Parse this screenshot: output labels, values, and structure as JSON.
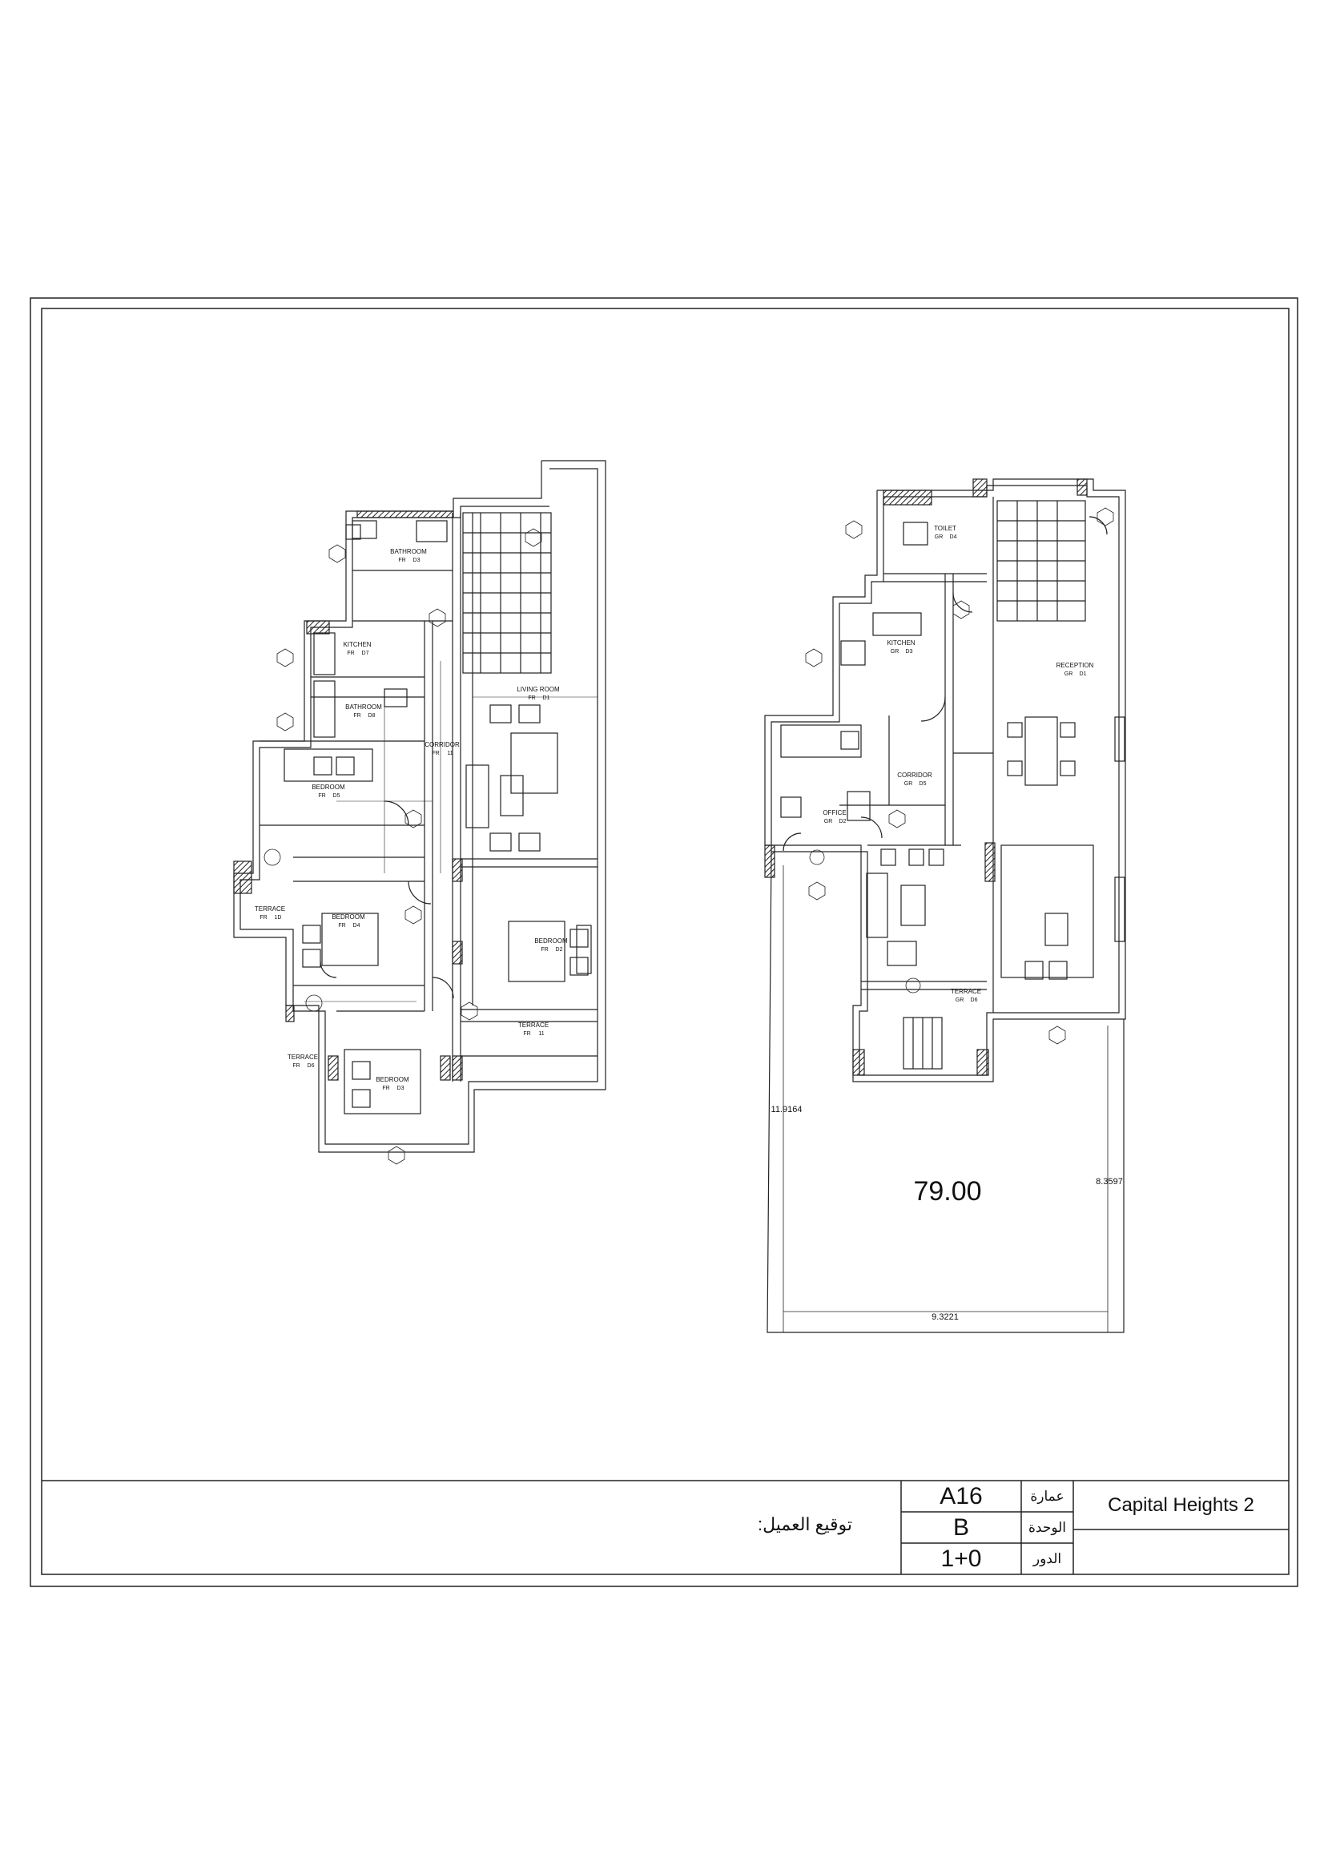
{
  "floor_plan_left": {
    "rooms": [
      {
        "name": "BATHROOM",
        "level": "FR",
        "code": "D3"
      },
      {
        "name": "KITCHEN",
        "level": "FR",
        "code": "D7"
      },
      {
        "name": "BATHROOM",
        "level": "FR",
        "code": "D8"
      },
      {
        "name": "LIVING ROOM",
        "level": "FR",
        "code": "D1"
      },
      {
        "name": "CORRIDOR",
        "level": "FR",
        "code": "11"
      },
      {
        "name": "BEDROOM",
        "level": "FR",
        "code": "D5"
      },
      {
        "name": "TERRACE",
        "level": "FR",
        "code": "1D"
      },
      {
        "name": "BEDROOM",
        "level": "FR",
        "code": "D4"
      },
      {
        "name": "BEDROOM",
        "level": "FR",
        "code": "D2"
      },
      {
        "name": "TERRACE",
        "level": "FR",
        "code": "11"
      },
      {
        "name": "TERRACE",
        "level": "FR",
        "code": "D6"
      },
      {
        "name": "BEDROOM",
        "level": "FR",
        "code": "D3"
      }
    ]
  },
  "floor_plan_right": {
    "rooms": [
      {
        "name": "TOILET",
        "level": "GR",
        "code": "D4"
      },
      {
        "name": "KITCHEN",
        "level": "GR",
        "code": "D3"
      },
      {
        "name": "RECEPTION",
        "level": "GR",
        "code": "D1"
      },
      {
        "name": "CORRIDOR",
        "level": "GR",
        "code": "D5"
      },
      {
        "name": "OFFICE",
        "level": "GR",
        "code": "D2"
      },
      {
        "name": "TERRACE",
        "level": "GR",
        "code": "D6"
      }
    ],
    "area": "79.00",
    "dim_left": "11.9164",
    "dim_right": "8.3597",
    "dim_bottom": "9.3221"
  },
  "title_block": {
    "client_signature": "توقيع العميل:",
    "building_value": "A16",
    "building_label": "عمارة",
    "unit_value": "B",
    "unit_label": "الوحدة",
    "floor_value": "1+0",
    "floor_label": "الدور",
    "project_name": "Capital Heights 2"
  }
}
